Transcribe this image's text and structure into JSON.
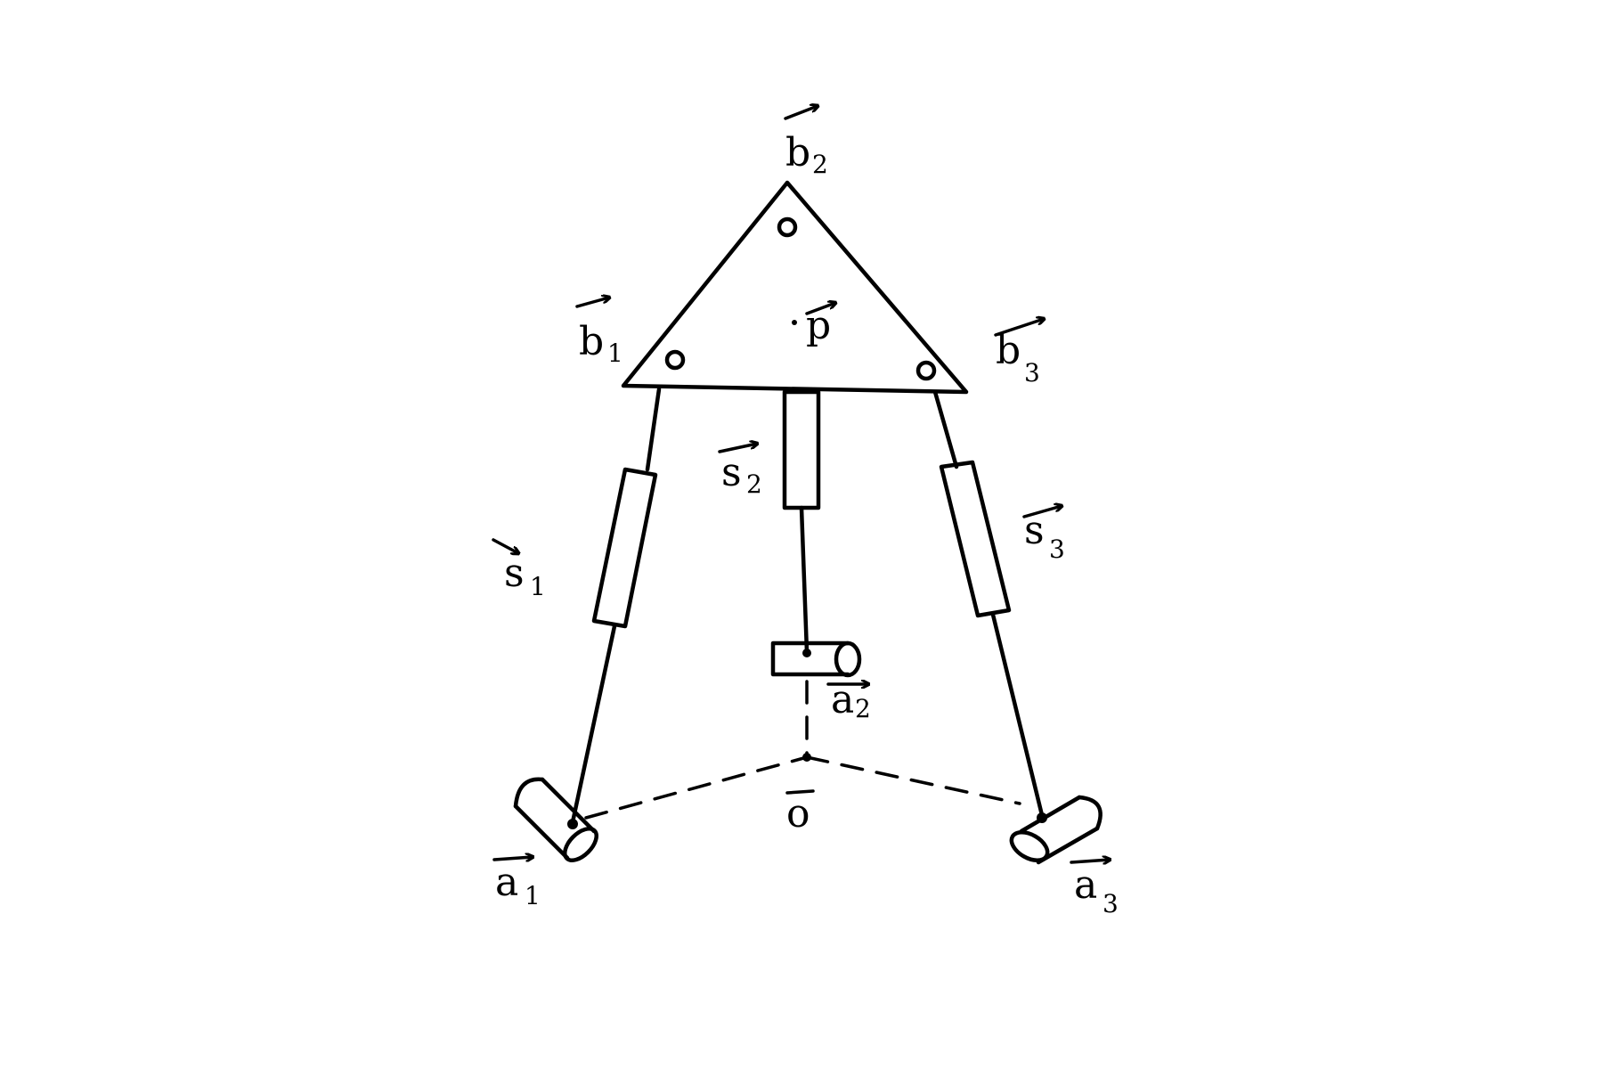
{
  "labels": {
    "b1": {
      "base": "b",
      "sub": "1"
    },
    "b2": {
      "base": "b",
      "sub": "2"
    },
    "b3": {
      "base": "b",
      "sub": "3"
    },
    "p": {
      "base": "p"
    },
    "s1": {
      "base": "s",
      "sub": "1"
    },
    "s2": {
      "base": "s",
      "sub": "2"
    },
    "s3": {
      "base": "s",
      "sub": "3"
    },
    "a1": {
      "base": "a",
      "sub": "1"
    },
    "a2": {
      "base": "a",
      "sub": "2"
    },
    "a3": {
      "base": "a",
      "sub": "3"
    },
    "o": {
      "base": "o"
    }
  },
  "colors": {
    "ink": "#000000",
    "background": "#ffffff"
  }
}
